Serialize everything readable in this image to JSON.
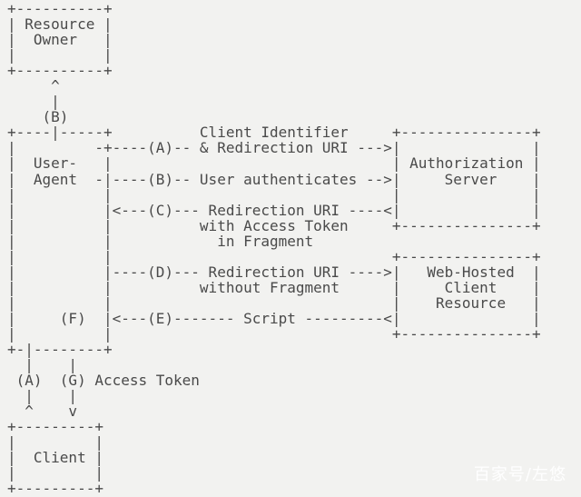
{
  "colors": {
    "background": "#f2f2f0",
    "text": "#4a4a4a",
    "watermark": "#ffffff"
  },
  "diagram": {
    "ascii_lines": [
      "+----------+",
      "| Resource |",
      "|  Owner   |",
      "|          |",
      "+----------+",
      "     ^",
      "     |",
      "    (B)",
      "+----|-----+          Client Identifier     +---------------+",
      "|         -+----(A)-- & Redirection URI --->|               |",
      "|  User-   |                                | Authorization |",
      "|  Agent  -|----(B)-- User authenticates -->|     Server    |",
      "|          |                                |               |",
      "|          |<---(C)--- Redirection URI ----<|               |",
      "|          |          with Access Token     +---------------+",
      "|          |            in Fragment",
      "|          |                                +---------------+",
      "|          |----(D)--- Redirection URI ---->|   Web-Hosted  |",
      "|          |          without Fragment      |     Client    |",
      "|          |                                |    Resource   |",
      "|     (F)  |<---(E)------- Script ---------<|               |",
      "|          |                                +---------------+",
      "+-|--------+",
      "  |    |",
      " (A)  (G) Access Token",
      "  |    |",
      "  ^    v",
      "+---------+",
      "|         |",
      "|  Client |",
      "|         |",
      "+---------+"
    ],
    "entities": [
      "Resource Owner",
      "User-Agent",
      "Authorization Server",
      "Web-Hosted Client Resource",
      "Client"
    ],
    "flow_steps": [
      {
        "id": "(A)",
        "label": "Client Identifier & Redirection URI"
      },
      {
        "id": "(B)",
        "label": "User authenticates"
      },
      {
        "id": "(C)",
        "label": "Redirection URI with Access Token in Fragment"
      },
      {
        "id": "(D)",
        "label": "Redirection URI without Fragment"
      },
      {
        "id": "(E)",
        "label": "Script"
      },
      {
        "id": "(F)",
        "label": ""
      },
      {
        "id": "(G)",
        "label": "Access Token"
      }
    ]
  },
  "watermark": {
    "text": "百家号/左悠"
  }
}
